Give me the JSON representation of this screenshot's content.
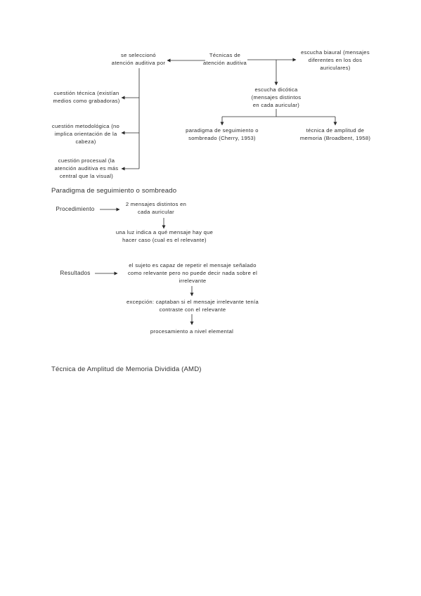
{
  "colors": {
    "background": "#ffffff",
    "ink": "#2a2a2a"
  },
  "diagram_auditiva": {
    "root": "Técnicas de\natención auditiva",
    "selected_by": "se seleccionó\natención auditiva por",
    "reasons": [
      "cuestión técnica (existían\nmedios como grabadoras)",
      "cuestión metodológica (no\nimplica orientación de la\ncabeza)",
      "cuestión procesual (la\natención auditiva es más\ncentral que la visual)"
    ],
    "binaural": "escucha biaural (mensajes\ndiferentes en los dos\nauriculares)",
    "dichotic": "escucha dicótica\n(mensajes distintos\nen cada auricular)",
    "branches": [
      "paradigma de seguimiento o\nsombreado (Cherry, 1953)",
      "técnica de amplitud de\nmemoria (Broadbent, 1958)"
    ]
  },
  "section_shadowing": {
    "heading": "Paradigma de seguimiento o sombreado",
    "procedure": {
      "label": "Procedimiento",
      "steps": [
        "2 mensajes distintos en\ncada auricular",
        "una luz indica a qué mensaje hay que\nhacer caso (cual es el relevante)"
      ]
    },
    "results": {
      "label": "Resultados",
      "steps": [
        "el sujeto es capaz de repetir el mensaje señalado\ncomo relevante pero no puede decir nada sobre el\nirrelevante",
        "excepción: captaban si el mensaje irrelevante tenía\ncontraste con el relevante",
        "procesamiento a nivel elemental"
      ]
    }
  },
  "section_amd": {
    "heading": "Técnica de Amplitud de Memoria Dividida (AMD)"
  }
}
